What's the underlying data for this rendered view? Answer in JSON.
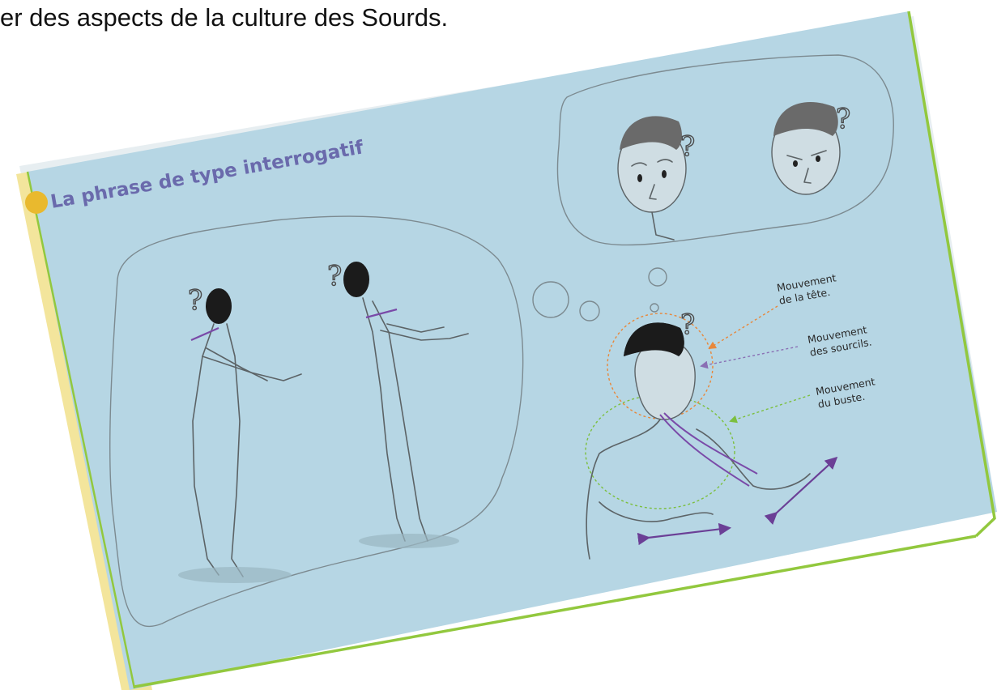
{
  "caption": "er des aspects de la culture des Sourds.",
  "page": {
    "heading": "La phrase de type interrogatif",
    "background_color": "#b6d6e4",
    "binding_color": "#f3e59c",
    "border_color": "#92c83e",
    "bullet_color": "#e9b92e"
  },
  "callouts": {
    "head": {
      "line1": "Mouvement",
      "line2": "de la tête.",
      "color": "#e8873a"
    },
    "eyebrows": {
      "line1": "Mouvement",
      "line2": "des sourcils.",
      "color": "#8a6fb4"
    },
    "torso": {
      "line1": "Mouvement",
      "line2": "du buste.",
      "color": "#7cbf3e"
    }
  },
  "question_mark": "?"
}
